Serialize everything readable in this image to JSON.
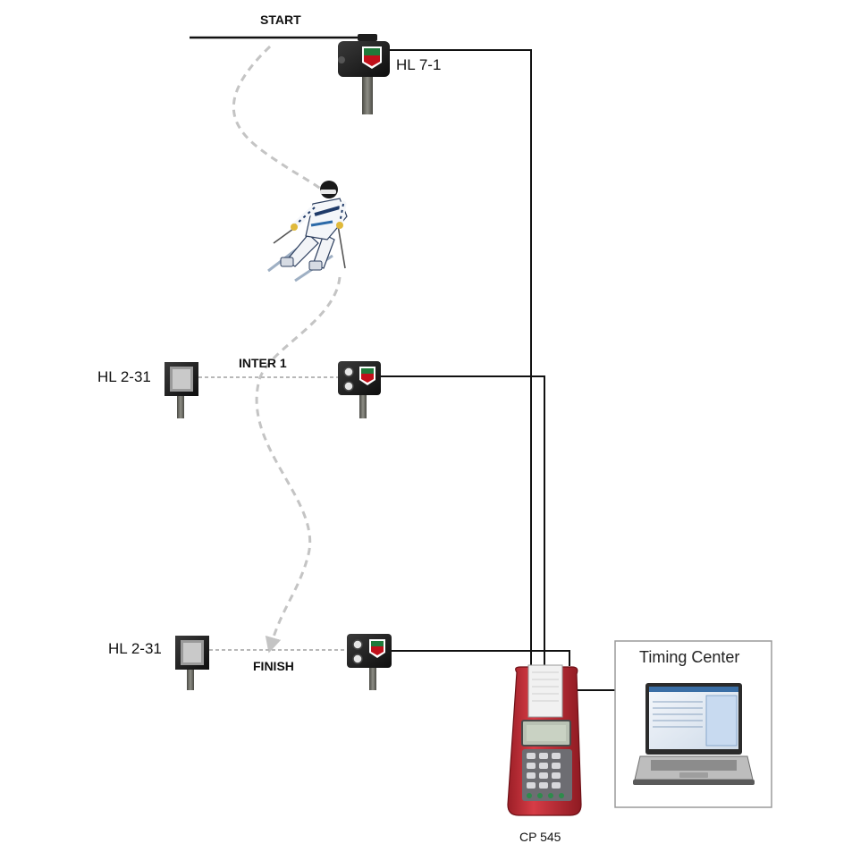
{
  "labels": {
    "start": "START",
    "inter1": "INTER 1",
    "finish": "FINISH",
    "hl71": "HL 7-1",
    "hl231_top": "HL 2-31",
    "hl231_bottom": "HL 2-31",
    "timing_center": "Timing Center",
    "cp545": "CP 545"
  },
  "colors": {
    "cable": "#111111",
    "ski_path": "#c4c4c4",
    "photocell_beam": "#b8b8b8",
    "device_body": "#1e1e1e",
    "pole": "#6e6e68",
    "cp545_body": "#c8323c",
    "box_border": "#9a9a9a",
    "tag_logo_red": "#c0101a",
    "tag_logo_green": "#1f7a3a"
  },
  "icons": [
    "skier-icon",
    "start-gate-icon",
    "photocell-icon",
    "reflector-icon",
    "cp545-timer-icon",
    "laptop-icon",
    "tag-heuer-logo-icon"
  ]
}
